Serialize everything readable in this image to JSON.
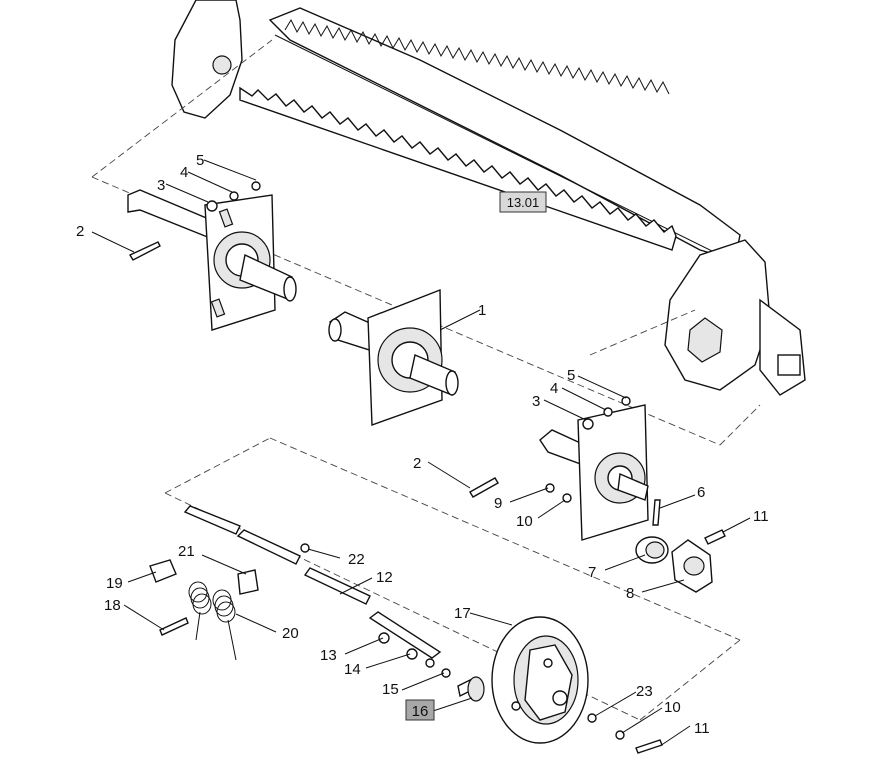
{
  "diagram": {
    "reference_boxes": [
      {
        "id": "ref-13-01",
        "text": "13.01"
      },
      {
        "id": "ref-16",
        "text": "16"
      }
    ],
    "callouts": [
      {
        "id": "c5a",
        "text": "5"
      },
      {
        "id": "c4a",
        "text": "4"
      },
      {
        "id": "c3a",
        "text": "3"
      },
      {
        "id": "c2a",
        "text": "2"
      },
      {
        "id": "c1",
        "text": "1"
      },
      {
        "id": "c5b",
        "text": "5"
      },
      {
        "id": "c4b",
        "text": "4"
      },
      {
        "id": "c3b",
        "text": "3"
      },
      {
        "id": "c2b",
        "text": "2"
      },
      {
        "id": "c6",
        "text": "6"
      },
      {
        "id": "c9",
        "text": "9"
      },
      {
        "id": "c10a",
        "text": "10"
      },
      {
        "id": "c11a",
        "text": "11"
      },
      {
        "id": "c7",
        "text": "7"
      },
      {
        "id": "c8",
        "text": "8"
      },
      {
        "id": "c21",
        "text": "21"
      },
      {
        "id": "c22",
        "text": "22"
      },
      {
        "id": "c19",
        "text": "19"
      },
      {
        "id": "c12",
        "text": "12"
      },
      {
        "id": "c18",
        "text": "18"
      },
      {
        "id": "c20",
        "text": "20"
      },
      {
        "id": "c17",
        "text": "17"
      },
      {
        "id": "c13",
        "text": "13"
      },
      {
        "id": "c14",
        "text": "14"
      },
      {
        "id": "c15",
        "text": "15"
      },
      {
        "id": "c23",
        "text": "23"
      },
      {
        "id": "c10b",
        "text": "10"
      },
      {
        "id": "c11b",
        "text": "11"
      }
    ]
  }
}
